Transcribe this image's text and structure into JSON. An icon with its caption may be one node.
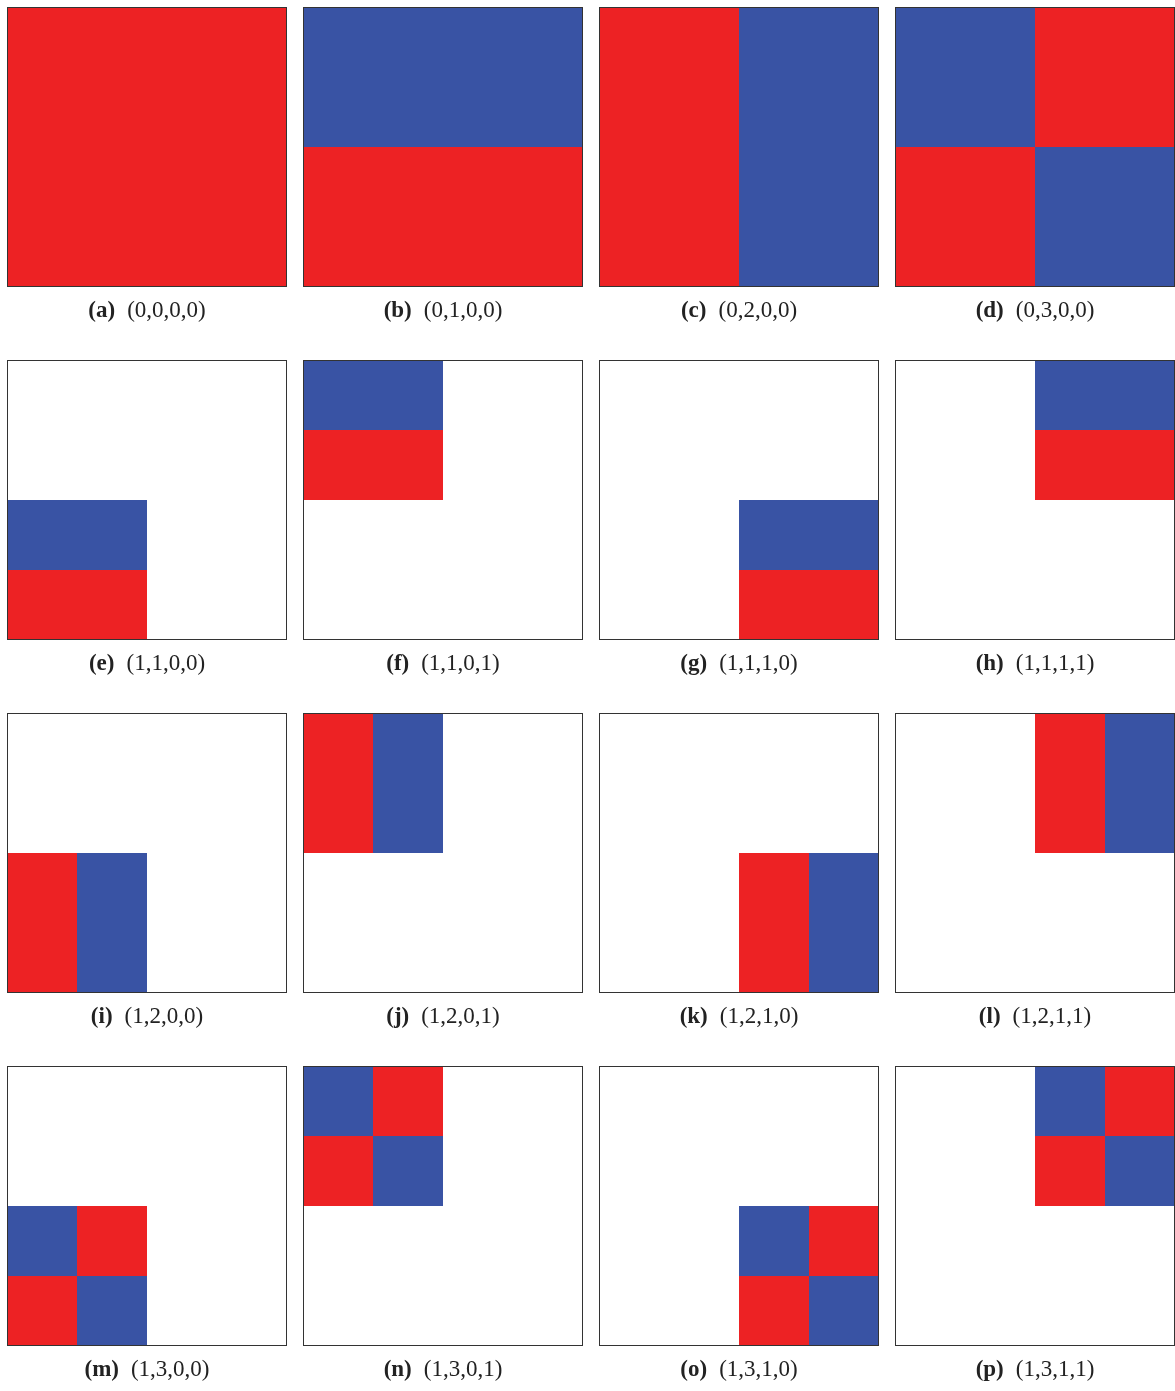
{
  "diagram": {
    "nodes": [
      {
        "text": [
          "(a)",
          "(0,0,0,0)"
        ]
      },
      {
        "text": [
          "(b)",
          "(0,1,0,0)"
        ]
      },
      {
        "text": [
          "(c)",
          "(0,2,0,0)"
        ]
      },
      {
        "text": [
          "(d)",
          "(0,3,0,0)"
        ]
      },
      {
        "text": [
          "(e)",
          "(1,1,0,0)"
        ]
      },
      {
        "text": [
          "(f)",
          "(1,1,0,1)"
        ]
      },
      {
        "text": [
          "(g)",
          "(1,1,1,0)"
        ]
      },
      {
        "text": [
          "(h)",
          "(1,1,1,1)"
        ]
      },
      {
        "text": [
          "(i)",
          "(1,2,0,0)"
        ]
      },
      {
        "text": [
          "(j)",
          "(1,2,0,1)"
        ]
      },
      {
        "text": [
          "(k)",
          "(1,2,1,0)"
        ]
      },
      {
        "text": [
          "(l)",
          "(1,2,1,1)"
        ]
      },
      {
        "text": [
          "(m)",
          "(1,3,0,0)"
        ]
      },
      {
        "text": [
          "(n)",
          "(1,3,0,1)"
        ]
      },
      {
        "text": [
          "(o)",
          "(1,3,1,0)"
        ]
      },
      {
        "text": [
          "(p)",
          "(1,3,1,1)"
        ]
      }
    ]
  }
}
